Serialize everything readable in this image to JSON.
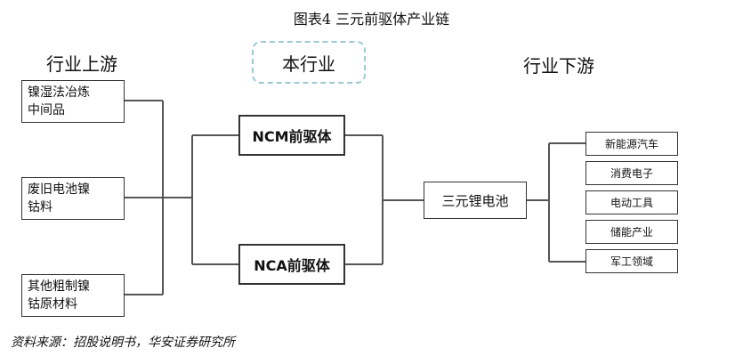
{
  "title": "图表4  三元前驱体产业链",
  "headers": {
    "upstream": "行业上游",
    "middle": "本行业",
    "downstream": "行业下游"
  },
  "upstream_items": [
    {
      "line1": "镍湿法冶炼",
      "line2": "中间品"
    },
    {
      "line1": "废旧电池镍",
      "line2": "钴料"
    },
    {
      "line1": "其他粗制镍",
      "line2": "钴原材料"
    }
  ],
  "middle_items": [
    "NCM前驱体",
    "NCA前驱体"
  ],
  "center_item": "三元锂电池",
  "downstream_items": [
    "新能源汽车",
    "消费电子",
    "电动工具",
    "储能产业",
    "军工领域"
  ],
  "source": "资料来源：招股说明书，华安证券研究所",
  "colors": {
    "line": "#555555",
    "dashed_border": "#9fc8d2",
    "box_border": "#333333"
  }
}
